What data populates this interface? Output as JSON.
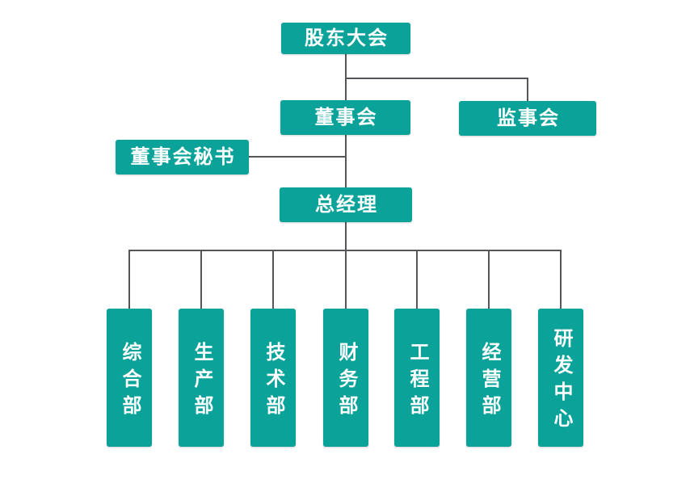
{
  "colors": {
    "node_fill": "#0ba29a",
    "node_text": "#ffffff",
    "connector_line": "#55565a",
    "background": "#ffffff"
  },
  "org_chart": {
    "shareholders_meeting": "股东大会",
    "board_of_directors": "董事会",
    "supervisory_board": "监事会",
    "board_secretary": "董事会秘书",
    "general_manager": "总经理",
    "departments": [
      "综合部",
      "生产部",
      "技术部",
      "财务部",
      "工程部",
      "经营部",
      "研发中心"
    ]
  },
  "hierarchy": {
    "root": "股东大会",
    "edges": [
      [
        "股东大会",
        "董事会"
      ],
      [
        "股东大会",
        "监事会"
      ],
      [
        "董事会",
        "董事会秘书"
      ],
      [
        "董事会",
        "总经理"
      ],
      [
        "总经理",
        "综合部"
      ],
      [
        "总经理",
        "生产部"
      ],
      [
        "总经理",
        "技术部"
      ],
      [
        "总经理",
        "财务部"
      ],
      [
        "总经理",
        "工程部"
      ],
      [
        "总经理",
        "经营部"
      ],
      [
        "总经理",
        "研发中心"
      ]
    ]
  }
}
